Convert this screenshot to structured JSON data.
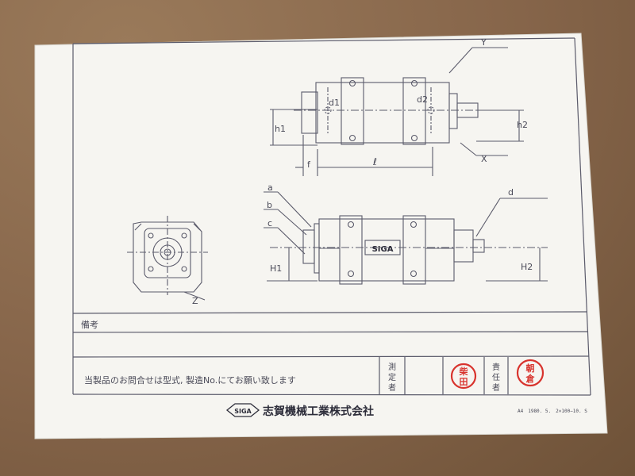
{
  "drawing": {
    "top_view": {
      "label_y": "Y",
      "label_x": "X",
      "label_d1": "d1",
      "label_d2": "d2",
      "label_h1": "h1",
      "label_h2": "h2",
      "label_f": "f",
      "label_l": "ℓ"
    },
    "side_view": {
      "label_a": "a",
      "label_b": "b",
      "label_c": "c",
      "label_d": "d",
      "label_H1": "H1",
      "label_H2": "H2",
      "nameplate": "SIGA"
    },
    "end_view": {
      "label_z": "Z"
    }
  },
  "title_block": {
    "remarks_label": "備考",
    "inquiry_text": "当製品のお問合せは型式, 製造No.にてお願い致します",
    "inspector_label": [
      "測",
      "定",
      "者"
    ],
    "responsible_label": [
      "責",
      "任",
      "者"
    ],
    "seal_inspector": [
      "柴",
      "田"
    ],
    "seal_responsible": [
      "朝",
      "倉"
    ],
    "logo_text": "SIGA",
    "company_name": "志賀機械工業株式会社",
    "form_code": "A4　1980. 5.　2×100−10. S"
  },
  "colors": {
    "paper": "#f6f5f1",
    "line": "#5b5b6b",
    "seal": "#d8332d"
  }
}
